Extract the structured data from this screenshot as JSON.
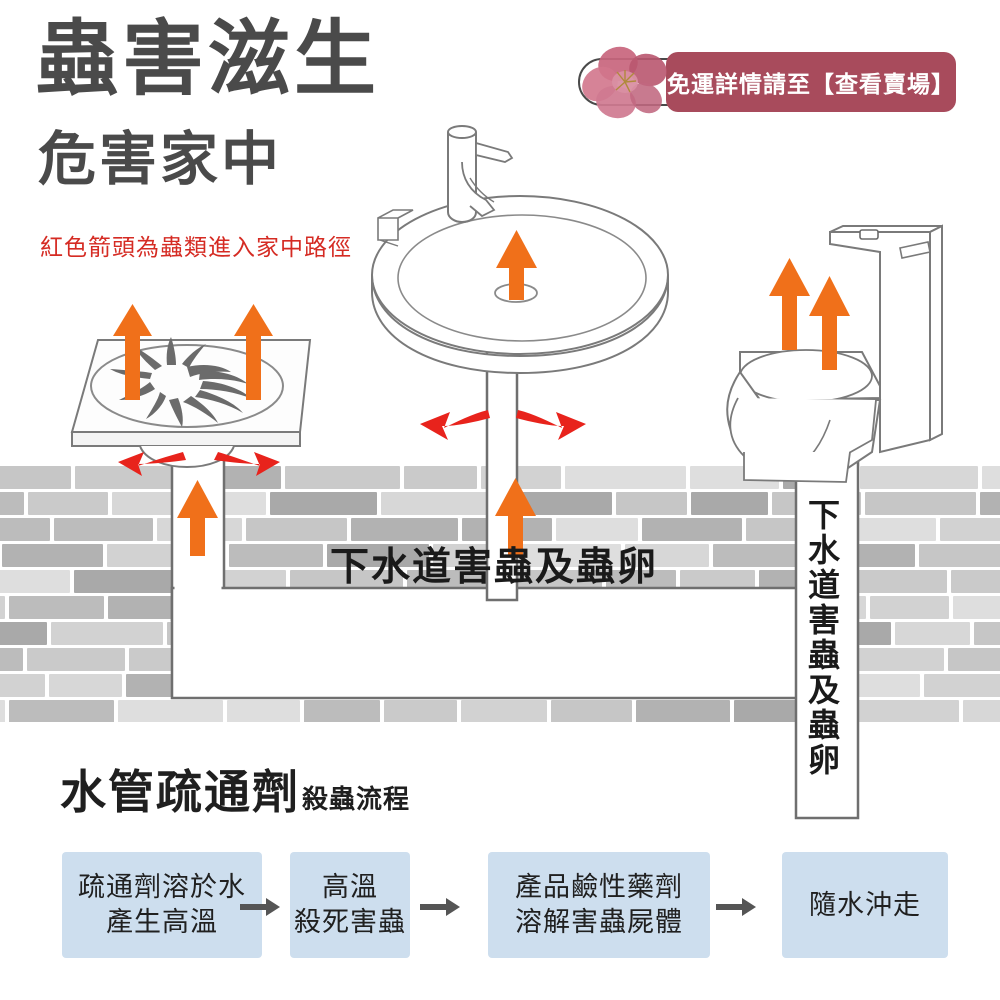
{
  "header": {
    "title_line1": "蟲害滋生",
    "title_line2": "危害家中",
    "note": "紅色箭頭為蟲類進入家中路徑",
    "title_color": "#4a4a4a",
    "note_color": "#d52b23"
  },
  "badge": {
    "text": "免運詳情請至【查看賣場】",
    "fill_color": "#a84b5c",
    "text_color": "#ffffff",
    "flower_icon": "sakura-flower-icon"
  },
  "diagram": {
    "fixtures": [
      {
        "name": "floor-drain",
        "icon": "floor-drain-icon"
      },
      {
        "name": "pedestal-sink",
        "icon": "sink-faucet-icon"
      },
      {
        "name": "toilet",
        "icon": "toilet-icon"
      }
    ],
    "pipe_label_horizontal": "下水道害蟲及蟲卵",
    "pipe_label_vertical": "下水道害蟲及蟲卵",
    "arrow_up_color": "#f0701a",
    "arrow_spread_color": "#e8231c",
    "wall_color_light": "#d4d4d4",
    "wall_color_dark": "#a8a8a8",
    "pipe_outline_color": "#6f6f6f"
  },
  "section": {
    "heading_big": "水管疏通劑",
    "heading_small": "殺蟲流程"
  },
  "flowchart": {
    "box_color": "#cddeee",
    "arrow_color": "#555555",
    "steps": [
      {
        "line1": "疏通劑溶於水",
        "line2": "產生高溫"
      },
      {
        "line1": "高溫",
        "line2": "殺死害蟲"
      },
      {
        "line1": "產品鹼性藥劑",
        "line2": "溶解害蟲屍體"
      },
      {
        "line1": "隨水沖走",
        "line2": ""
      }
    ]
  }
}
